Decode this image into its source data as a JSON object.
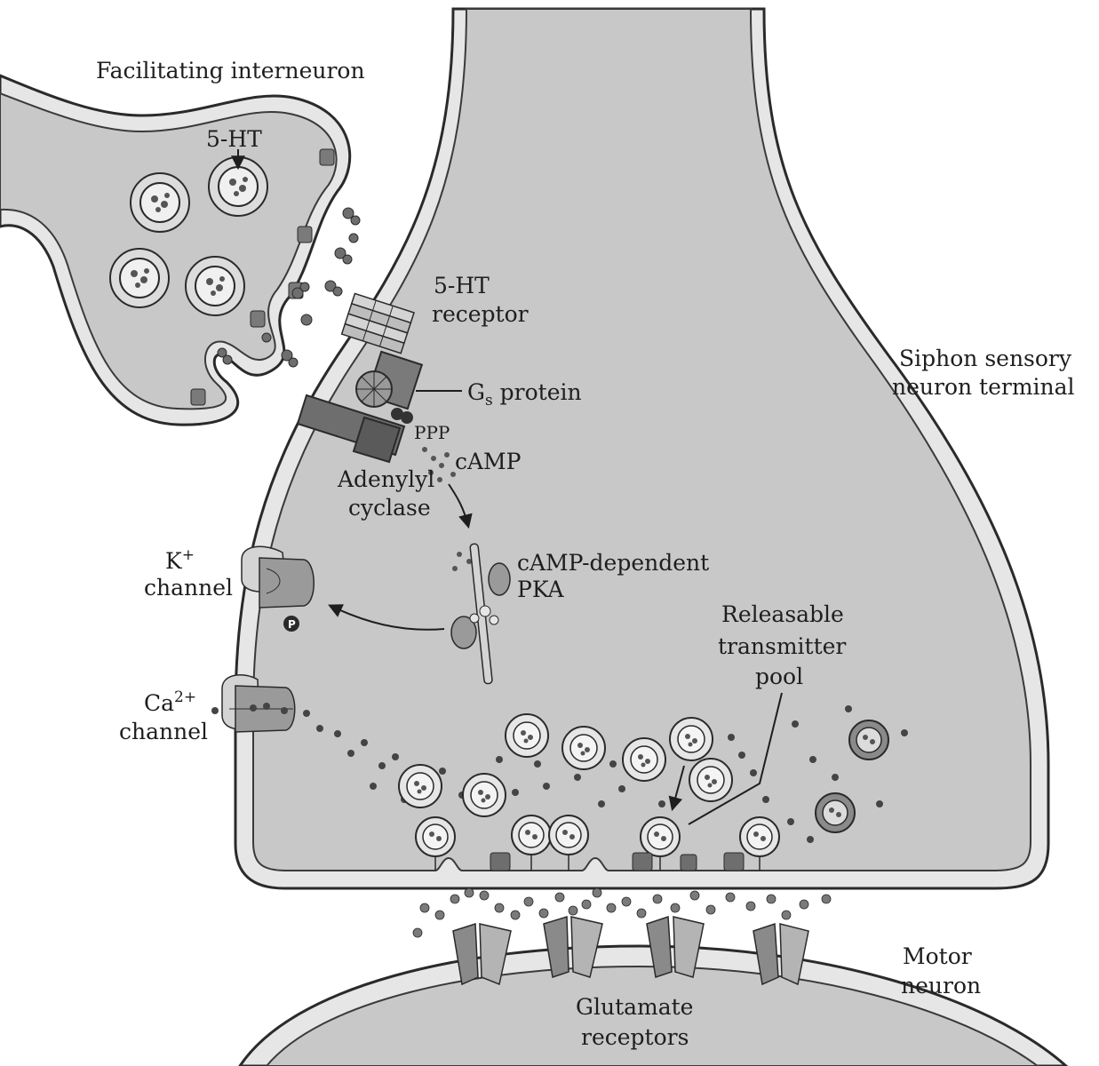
{
  "labels": {
    "facilitating_interneuron": "Facilitating interneuron",
    "five_ht": "5-HT",
    "five_ht_receptor_line1": "5-HT",
    "five_ht_receptor_line2": "receptor",
    "gs_protein_g": "G",
    "gs_protein_sub": "s",
    "gs_protein_rest": " protein",
    "ppp": "PPP",
    "camp": "cAMP",
    "adenylyl_line1": "Adenylyl",
    "adenylyl_line2": "cyclase",
    "k_channel_k": "K",
    "k_channel_sup": "+",
    "k_channel_line2": "channel",
    "phospho": "P",
    "pka_line1": "cAMP-dependent",
    "pka_line2": "PKA",
    "ca_channel_ca": "Ca",
    "ca_channel_sup": "2+",
    "ca_channel_line2": "channel",
    "siphon_line1": "Siphon sensory",
    "siphon_line2": "neuron terminal",
    "releasable_line1": "Releasable",
    "releasable_line2": "transmitter",
    "releasable_line3": "pool",
    "motor_line1": "Motor",
    "motor_line2": "neuron",
    "glutamate_line1": "Glutamate",
    "glutamate_line2": "receptors"
  },
  "colors": {
    "cytoplasm": "#c8c8c8",
    "membrane": "#e6e6e6",
    "outline": "#2a2a2a",
    "protein_dark": "#6e6e6e",
    "protein_mid": "#9a9a9a",
    "protein_light": "#d4d4d4"
  }
}
